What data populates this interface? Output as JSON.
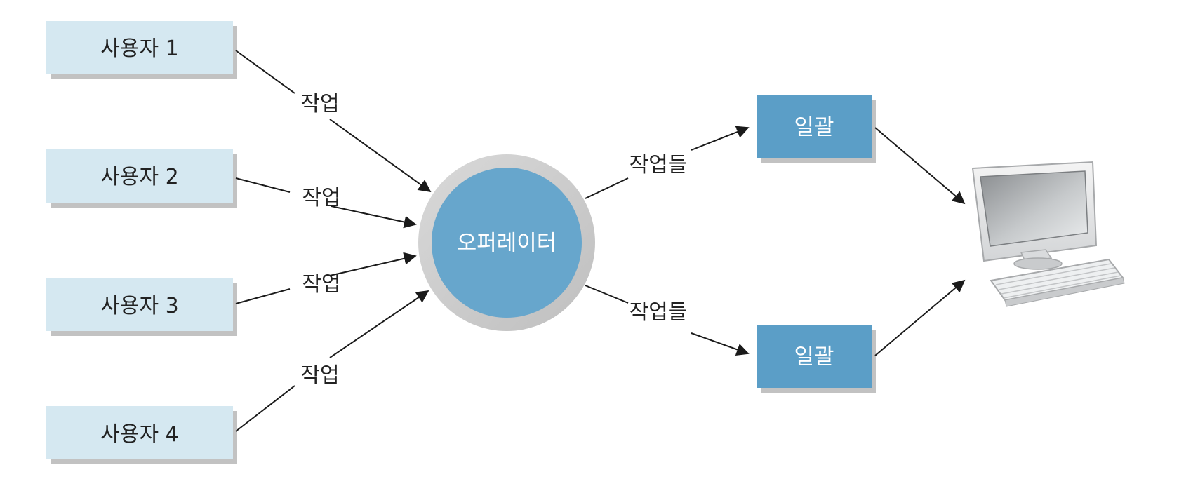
{
  "colors": {
    "user_box": "#d5e8f1",
    "box_shadow": "#8f8f8f",
    "operator_fill": "#67a6cc",
    "operator_ring": "#cfcfcf",
    "batch_box": "#5b9ec7",
    "arrow": "#1a1a1a"
  },
  "users": [
    {
      "label": "사용자 1"
    },
    {
      "label": "사용자 2"
    },
    {
      "label": "사용자 3"
    },
    {
      "label": "사용자 4"
    }
  ],
  "job_labels": [
    "작업",
    "작업",
    "작업",
    "작업"
  ],
  "operator": {
    "label": "오퍼레이터"
  },
  "batch_job_labels": [
    "작업들",
    "작업들"
  ],
  "batches": [
    {
      "label": "일괄"
    },
    {
      "label": "일괄"
    }
  ],
  "computer": {
    "icon": "desktop-computer-icon"
  }
}
